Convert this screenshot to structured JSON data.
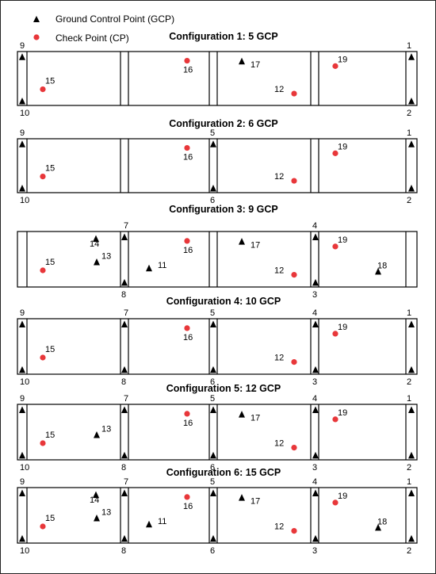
{
  "legend": {
    "gcp_label": "Ground Control Point (GCP)",
    "cp_label": "Check Point (CP)",
    "gcp_icon": "black-triangle-icon",
    "cp_icon": "red-circle-icon"
  },
  "colors": {
    "gcp": "#000000",
    "cp": "#e8373a",
    "stroke": "#000000"
  },
  "configurations": [
    {
      "title": "Configuration 1: 5 GCP",
      "gcps": [
        {
          "label": "1",
          "pos": "strip-right-top"
        },
        {
          "label": "2",
          "pos": "strip-right-bottom"
        },
        {
          "label": "9",
          "pos": "strip-left-top"
        },
        {
          "label": "10",
          "pos": "strip-left-bottom"
        },
        {
          "label": "17",
          "pos": "inner"
        }
      ],
      "cps": [
        {
          "label": "15"
        },
        {
          "label": "16"
        },
        {
          "label": "12"
        },
        {
          "label": "19"
        }
      ]
    },
    {
      "title": "Configuration 2: 6 GCP",
      "gcps": [
        {
          "label": "1"
        },
        {
          "label": "2"
        },
        {
          "label": "9"
        },
        {
          "label": "10"
        },
        {
          "label": "5"
        },
        {
          "label": "6"
        }
      ],
      "cps": [
        {
          "label": "15"
        },
        {
          "label": "16"
        },
        {
          "label": "12"
        },
        {
          "label": "19"
        }
      ]
    },
    {
      "title": "Configuration 3: 9 GCP",
      "gcps": [
        {
          "label": "7"
        },
        {
          "label": "8"
        },
        {
          "label": "4"
        },
        {
          "label": "3"
        },
        {
          "label": "14"
        },
        {
          "label": "13"
        },
        {
          "label": "11"
        },
        {
          "label": "17"
        },
        {
          "label": "18"
        }
      ],
      "cps": [
        {
          "label": "15"
        },
        {
          "label": "16"
        },
        {
          "label": "12"
        },
        {
          "label": "19"
        }
      ]
    },
    {
      "title": "Configuration 4: 10 GCP",
      "gcps": [
        {
          "label": "9"
        },
        {
          "label": "10"
        },
        {
          "label": "7"
        },
        {
          "label": "8"
        },
        {
          "label": "5"
        },
        {
          "label": "6"
        },
        {
          "label": "4"
        },
        {
          "label": "3"
        },
        {
          "label": "1"
        },
        {
          "label": "2"
        }
      ],
      "cps": [
        {
          "label": "15"
        },
        {
          "label": "16"
        },
        {
          "label": "12"
        },
        {
          "label": "19"
        }
      ]
    },
    {
      "title": "Configuration 5: 12 GCP",
      "gcps": [
        {
          "label": "9"
        },
        {
          "label": "10"
        },
        {
          "label": "7"
        },
        {
          "label": "8"
        },
        {
          "label": "5"
        },
        {
          "label": "6"
        },
        {
          "label": "4"
        },
        {
          "label": "3"
        },
        {
          "label": "1"
        },
        {
          "label": "2"
        },
        {
          "label": "13"
        },
        {
          "label": "17"
        }
      ],
      "cps": [
        {
          "label": "15"
        },
        {
          "label": "16"
        },
        {
          "label": "12"
        },
        {
          "label": "19"
        }
      ]
    },
    {
      "title": "Configuration 6: 15 GCP",
      "gcps": [
        {
          "label": "9"
        },
        {
          "label": "10"
        },
        {
          "label": "7"
        },
        {
          "label": "8"
        },
        {
          "label": "5"
        },
        {
          "label": "6"
        },
        {
          "label": "4"
        },
        {
          "label": "3"
        },
        {
          "label": "1"
        },
        {
          "label": "2"
        },
        {
          "label": "14"
        },
        {
          "label": "13"
        },
        {
          "label": "11"
        },
        {
          "label": "17"
        },
        {
          "label": "18"
        }
      ],
      "cps": [
        {
          "label": "15"
        },
        {
          "label": "16"
        },
        {
          "label": "12"
        },
        {
          "label": "19"
        }
      ]
    }
  ]
}
